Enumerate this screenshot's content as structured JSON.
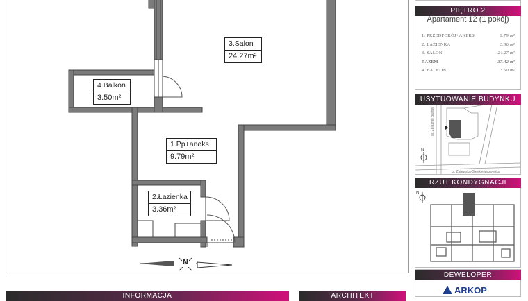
{
  "rooms": [
    {
      "name": "3.Salon",
      "area": "24.27m²"
    },
    {
      "name": "4.Balkon",
      "area": "3.50m²"
    },
    {
      "name": "1.Pp+aneks",
      "area": "9.79m²"
    },
    {
      "name": "2.Łazienka",
      "area": "3.36m²"
    }
  ],
  "compass": {
    "label": "N"
  },
  "bottom_bars": {
    "info": "INFORMACJA",
    "architect": "ARCHITEKT"
  },
  "sidebar": {
    "floor_title": "PIĘTRO 2",
    "apartment": "Apartament 12 (1 pokój)",
    "table": [
      {
        "label": "1. PRZEDPOKÓJ+ANEKS",
        "value": "9.79 m²"
      },
      {
        "label": "2. ŁAZIENKA",
        "value": "3.36 m²"
      },
      {
        "label": "3. SALON",
        "value": "24.27 m²"
      },
      {
        "label": "RAZEM",
        "value": "37.42 m²"
      },
      {
        "label": "4. BALKON",
        "value": "3.50 m²"
      }
    ],
    "location_title": "USYTUOWANIE BUDYNKU",
    "street1": "ul. Żelaznej Bramy",
    "street2": "ul. Zalewska-Sienkiewiczowska",
    "floorplan_title": "RZUT KONDYGNACJI",
    "developer_title": "DEWELOPER",
    "developer_logo": "ARKOP"
  }
}
